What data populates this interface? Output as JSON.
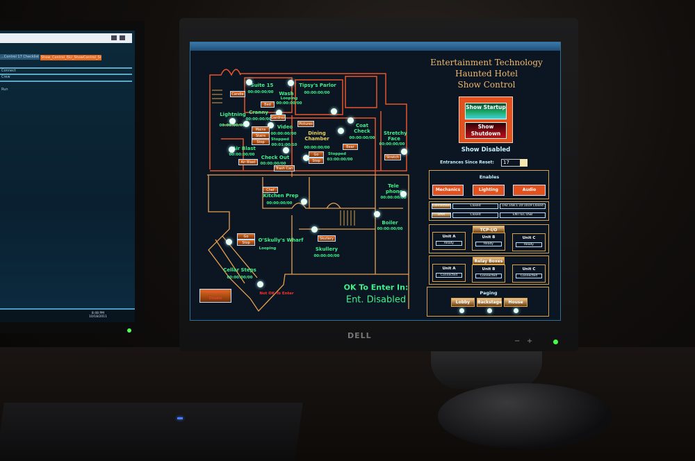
{
  "left_monitor": {
    "tabs": [
      "...Control 17 Checklist",
      "Show_Control_ISU_ShowControl_Sr.vi"
    ],
    "list_items": [
      "Connect",
      "Crew",
      "Run"
    ],
    "clock_time": "8:48 PM",
    "clock_date": "10/18/2011"
  },
  "monitor_brand": "DELL",
  "app": {
    "title_lines": [
      "Entertainment Technology",
      "Haunted Hotel",
      "Show Control"
    ],
    "show_startup": "Show Startup",
    "show_shutdown": "Show Shutdown",
    "show_status": "Show Disabled",
    "entrances_label": "Entrances Since Reset:",
    "entrances_value": "17",
    "enables": {
      "label": "Enables",
      "buttons": [
        "Mechanics",
        "Lighting",
        "Audio"
      ]
    },
    "connections": [
      {
        "name": "Connection",
        "state": "Closed",
        "info": "192.168.1.10:1019 Closed"
      },
      {
        "name": "DMX",
        "state": "Closed",
        "info": "ENTTEC USB"
      }
    ],
    "tcp_io": {
      "label": "TCP-I/O",
      "units": [
        {
          "name": "Unit A",
          "status": "Ready"
        },
        {
          "name": "Unit B",
          "status": "Ready"
        },
        {
          "name": "Unit C",
          "status": "Ready"
        }
      ]
    },
    "relay": {
      "label": "Relay Boxes",
      "units": [
        {
          "name": "Unit A",
          "status": "Connected"
        },
        {
          "name": "Unit B",
          "status": "Connected"
        },
        {
          "name": "Unit C",
          "status": "Connected"
        }
      ]
    },
    "paging": {
      "label": "Paging",
      "buttons": [
        "Lobby",
        "Backstage",
        "House"
      ]
    },
    "ok_to_enter_label": "OK To Enter In:",
    "ok_to_enter_value": "Ent. Disabled",
    "not_ok": "Not OK To Enter",
    "emergency_button": "Emergency Disable",
    "rooms": {
      "suite": "Suite 15",
      "suite_time": "00:00:00/00",
      "tipsy": "Tipsy's Parlor",
      "tipsy_time": "00:00:00/00",
      "wash": "Wash",
      "wash_status": "Looping",
      "wash_time": "00:00:00/00",
      "lightning": "Lightning",
      "lightning_time": "00:00:00/00",
      "cranny": "Cranny",
      "cranny_time": "00:00:00/00",
      "video": "Video",
      "video_time": "00:00:00/00",
      "video_status": "Stopped",
      "video_time2": "00:01:00/10",
      "dining": "Dining Chamber",
      "dining_time": "00:00:00/00",
      "dining_status": "Stopped",
      "dining_time2": "03:00:00/00",
      "coat": "Coat Check",
      "coat_time": "00:00:00/00",
      "stretchy": "Stretchy Face",
      "stretchy_time": "00:00:00/00",
      "airblast": "Air Blast",
      "airblast_time": "00:00:00/00",
      "checkout": "Check Out",
      "checkout_time": "00:00:00/00",
      "kitchen": "Kitchen Prep",
      "kitchen_time": "00:00:00/00",
      "tele": "Tele phone",
      "tele_time": "00:00:00/00",
      "boiler": "Boiler",
      "boiler_time": "00:00:00/00",
      "wharf": "O'Skully's Wharf",
      "wharf_status": "Looping",
      "skullery": "Skullery",
      "skullery_time": "00:00:00/00",
      "cellar": "Cellar Steps",
      "cellar_time": "00:00:00/00"
    },
    "buttons": {
      "candle": "Candle",
      "bed": "Bed",
      "gardner": "Gardner",
      "pictures": "Pictures",
      "mains": "Mains",
      "stairs": "Stairs",
      "stop": "Stop",
      "bear": "Bear",
      "stretch": "Stretch",
      "air_blast": "Air Blast",
      "trash": "Trash Can",
      "go": "Go",
      "chef": "Chef",
      "skullery": "Skullery"
    }
  }
}
